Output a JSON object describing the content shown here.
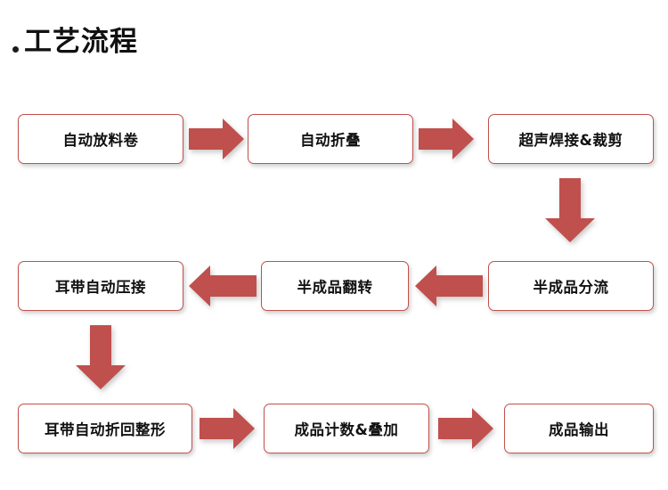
{
  "title": {
    "text": "工艺流程",
    "bullet": "bullet-dot"
  },
  "colors": {
    "box_border": "#c0504d",
    "arrow_fill": "#c0504d",
    "box_background": "#ffffff",
    "text": "#111111",
    "page_background": "#ffffff"
  },
  "flow": {
    "nodes": [
      {
        "id": "n1",
        "label": "自动放料卷"
      },
      {
        "id": "n2",
        "label": "自动折叠"
      },
      {
        "id": "n3",
        "label": "超声焊接&裁剪"
      },
      {
        "id": "n4",
        "label": "半成品分流"
      },
      {
        "id": "n5",
        "label": "半成品翻转"
      },
      {
        "id": "n6",
        "label": "耳带自动压接"
      },
      {
        "id": "n7",
        "label": "耳带自动折回整形"
      },
      {
        "id": "n8",
        "label": "成品计数&叠加"
      },
      {
        "id": "n9",
        "label": "成品输出"
      }
    ],
    "arrows": [
      {
        "id": "a1",
        "from": "n1",
        "to": "n2",
        "direction": "right"
      },
      {
        "id": "a2",
        "from": "n2",
        "to": "n3",
        "direction": "right"
      },
      {
        "id": "a3",
        "from": "n3",
        "to": "n4",
        "direction": "down"
      },
      {
        "id": "a4",
        "from": "n4",
        "to": "n5",
        "direction": "left"
      },
      {
        "id": "a5",
        "from": "n5",
        "to": "n6",
        "direction": "left"
      },
      {
        "id": "a6",
        "from": "n6",
        "to": "n7",
        "direction": "down"
      },
      {
        "id": "a7",
        "from": "n7",
        "to": "n8",
        "direction": "right"
      },
      {
        "id": "a8",
        "from": "n8",
        "to": "n9",
        "direction": "right"
      }
    ]
  }
}
